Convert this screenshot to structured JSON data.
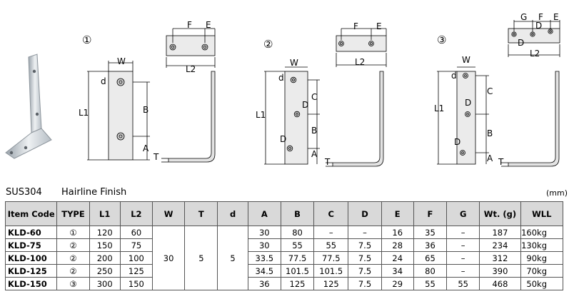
{
  "figures": [
    {
      "number": "①",
      "labels": {
        "W": "W",
        "d": "d",
        "L1": "L1",
        "B": "B",
        "A": "A",
        "T": "T",
        "F": "F",
        "E": "E",
        "L2": "L2"
      }
    },
    {
      "number": "②",
      "labels": {
        "W": "W",
        "d": "d",
        "L1": "L1",
        "C": "C",
        "D1": "D",
        "B": "B",
        "D2": "D",
        "A": "A",
        "T": "T",
        "F": "F",
        "E": "E",
        "L2": "L2"
      }
    },
    {
      "number": "③",
      "labels": {
        "W": "W",
        "d": "d",
        "L1": "L1",
        "C": "C",
        "D1": "D",
        "B": "B",
        "D2": "D",
        "A": "A",
        "T": "T",
        "G": "G",
        "F": "F",
        "E": "E",
        "D3": "D",
        "D4": "D",
        "L2": "L2"
      }
    }
  ],
  "title": {
    "material": "SUS304",
    "finish": "Hairline  Finish",
    "unit": "(mm)"
  },
  "table": {
    "headers": [
      "Item Code",
      "TYPE",
      "L1",
      "L2",
      "W",
      "T",
      "d",
      "A",
      "B",
      "C",
      "D",
      "E",
      "F",
      "G",
      "Wt. (g)",
      "WLL"
    ],
    "shared": {
      "W": "30",
      "T": "5",
      "d": "5"
    },
    "rows": [
      {
        "code": "KLD-60",
        "type": "①",
        "L1": "120",
        "L2": "60",
        "A": "30",
        "B": "80",
        "C": "–",
        "D": "–",
        "E": "16",
        "F": "35",
        "G": "–",
        "Wt": "187",
        "WLL": "160kg"
      },
      {
        "code": "KLD-75",
        "type": "②",
        "L1": "150",
        "L2": "75",
        "A": "30",
        "B": "55",
        "C": "55",
        "D": "7.5",
        "E": "28",
        "F": "36",
        "G": "–",
        "Wt": "234",
        "WLL": "130kg"
      },
      {
        "code": "KLD-100",
        "type": "②",
        "L1": "200",
        "L2": "100",
        "A": "33.5",
        "B": "77.5",
        "C": "77.5",
        "D": "7.5",
        "E": "24",
        "F": "65",
        "G": "–",
        "Wt": "312",
        "WLL": "90kg"
      },
      {
        "code": "KLD-125",
        "type": "②",
        "L1": "250",
        "L2": "125",
        "A": "34.5",
        "B": "101.5",
        "C": "101.5",
        "D": "7.5",
        "E": "34",
        "F": "80",
        "G": "–",
        "Wt": "390",
        "WLL": "70kg"
      },
      {
        "code": "KLD-150",
        "type": "③",
        "L1": "300",
        "L2": "150",
        "A": "36",
        "B": "125",
        "C": "125",
        "D": "7.5",
        "E": "29",
        "F": "55",
        "G": "55",
        "Wt": "468",
        "WLL": "50kg"
      }
    ]
  }
}
